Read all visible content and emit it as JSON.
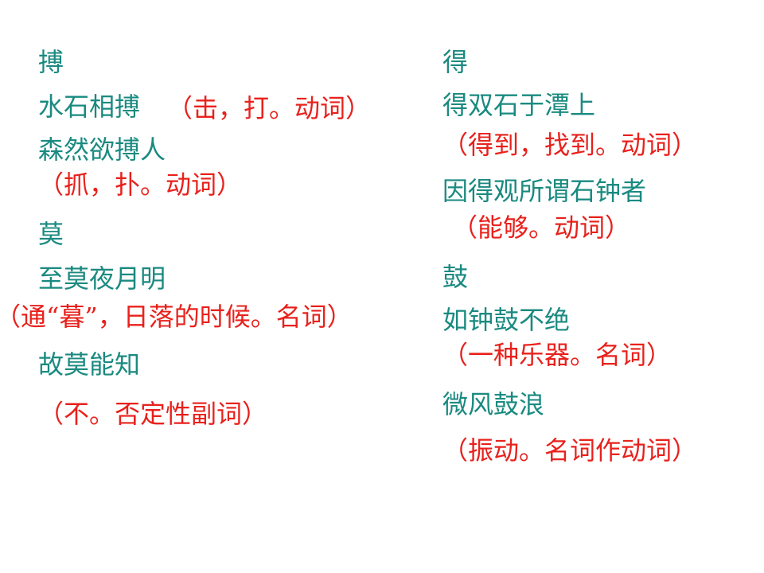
{
  "colors": {
    "term": "#1a8a80",
    "gloss": "#e8211c"
  },
  "left": {
    "bo": {
      "heading": "搏",
      "example1": "水石相搏",
      "example1_gloss": "（击，打。动词）",
      "example2": "森然欲搏人",
      "example2_gloss": "（抓，扑。动词）"
    },
    "mo": {
      "heading": "莫",
      "example1": "至莫夜月明",
      "example1_gloss": "（通“暮”，日落的时候。名词）",
      "example2": "故莫能知",
      "example2_gloss": "（不。否定性副词）"
    }
  },
  "right": {
    "de": {
      "heading": "得",
      "example1": "得双石于潭上",
      "example1_gloss": "（得到，找到。动词）",
      "example2": "因得观所谓石钟者",
      "example2_gloss": "（能够。动词）"
    },
    "gu": {
      "heading": "鼓",
      "example1": "如钟鼓不绝",
      "example1_gloss": "（一种乐器。名词）",
      "example2": "微风鼓浪",
      "example2_gloss": "（振动。名词作动词）"
    }
  }
}
